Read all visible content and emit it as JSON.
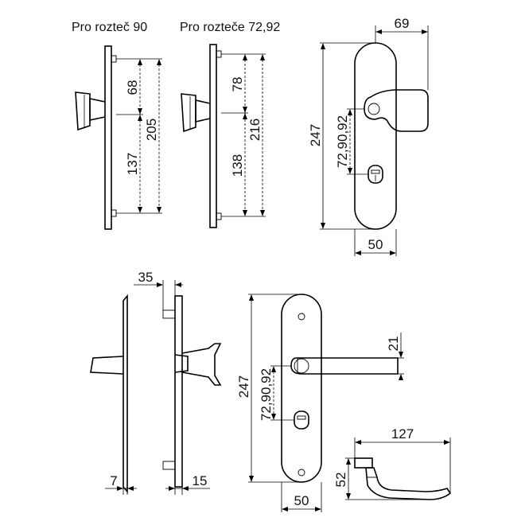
{
  "headings": {
    "spacing_90": "Pro rozteč 90",
    "spacing_72_92": "Pro rozteče 72,92"
  },
  "dimensions": {
    "v1_upper": "68",
    "v1_lower": "137",
    "v1_total": "205",
    "v2_upper": "78",
    "v2_lower": "138",
    "v2_total": "216",
    "front_top_width": "69",
    "front_height": "247",
    "front_spacing": "72,90,92",
    "front_width": "50",
    "side_rose": "35",
    "side_left_thickness": "7",
    "side_right_thickness": "15",
    "lever_height": "247",
    "lever_spacing": "72,90,92",
    "lever_width": "50",
    "lever_thickness": "21",
    "handle_length": "127",
    "handle_height": "52"
  }
}
